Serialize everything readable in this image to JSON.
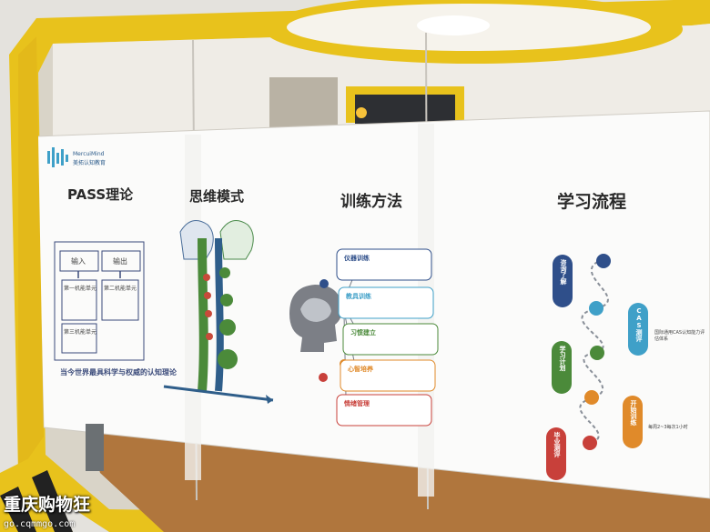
{
  "brand": {
    "name_en": "MercuiMind",
    "name_cn": "美拓认知教育"
  },
  "sections": {
    "pass": {
      "title": "PASS理论",
      "caption": "当今世界最具科学与权威的认知理论",
      "box_labels": [
        "输入",
        "输出",
        "第一机能单元",
        "第二机能单元",
        "第三机能单元"
      ]
    },
    "thinking": {
      "title": "思维模式"
    },
    "training": {
      "title": "训练方法",
      "steps": [
        "仪器训练",
        "教具训练",
        "习惯建立",
        "心智培养",
        "情绪管理"
      ]
    },
    "learning": {
      "title": "学习流程",
      "steps": [
        "咨询了解",
        "CAS测评",
        "学习计划",
        "开始训练",
        "毕业测评"
      ],
      "notes": [
        "国际通用CAS认知能力评估体系",
        "每周2~3每次1小时"
      ]
    }
  },
  "watermark": {
    "title": "重庆购物狂",
    "url": "go.cqmmgo.com"
  }
}
